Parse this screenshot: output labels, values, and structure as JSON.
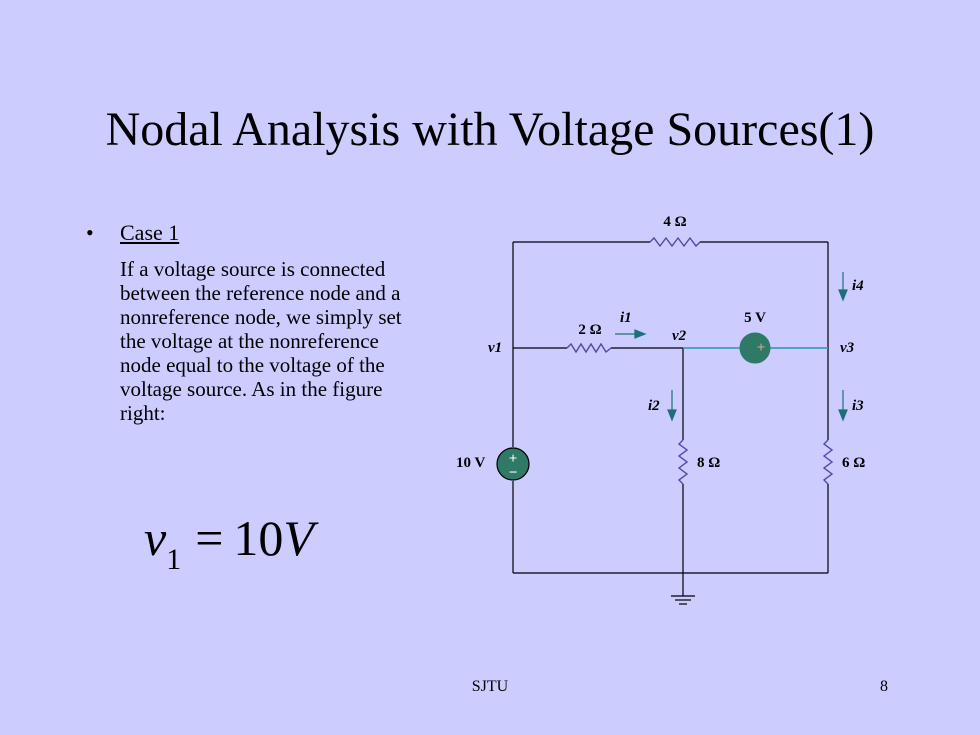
{
  "slide": {
    "title": "Nodal Analysis with Voltage Sources(1)",
    "bullet": "•",
    "case_label": "Case 1",
    "body_lines": [
      "If a voltage source is connected",
      "between the reference node and a",
      "nonreference node, we simply set",
      "the voltage at the nonreference",
      "node equal to the voltage of the",
      "voltage source.  As in the figure",
      "right:"
    ],
    "equation": {
      "variable": "v",
      "subscript": "1",
      "equals": "=",
      "value": "10",
      "unit": "V"
    },
    "footer": {
      "center": "SJTU",
      "page_number": "8"
    }
  },
  "circuit": {
    "wire_color": "#000000",
    "resistor_color": "#4b4ba8",
    "source_fill": "#2e7a66",
    "middle_wire_color": "#2f8fb8",
    "arrow_color": "#1f6f7a",
    "labels": {
      "r_top": "4 Ω",
      "r_mid": "2 Ω",
      "r_center": "8 Ω",
      "r_right": "6 Ω",
      "src_left": "10 V",
      "src_mid": "5 V",
      "node_1": "v1",
      "node_2": "v2",
      "node_3": "v3",
      "current_1": "i1",
      "current_2": "i2",
      "current_3": "i3",
      "current_4": "i4",
      "plus": "+",
      "minus": "−",
      "plus_small": "+"
    }
  }
}
